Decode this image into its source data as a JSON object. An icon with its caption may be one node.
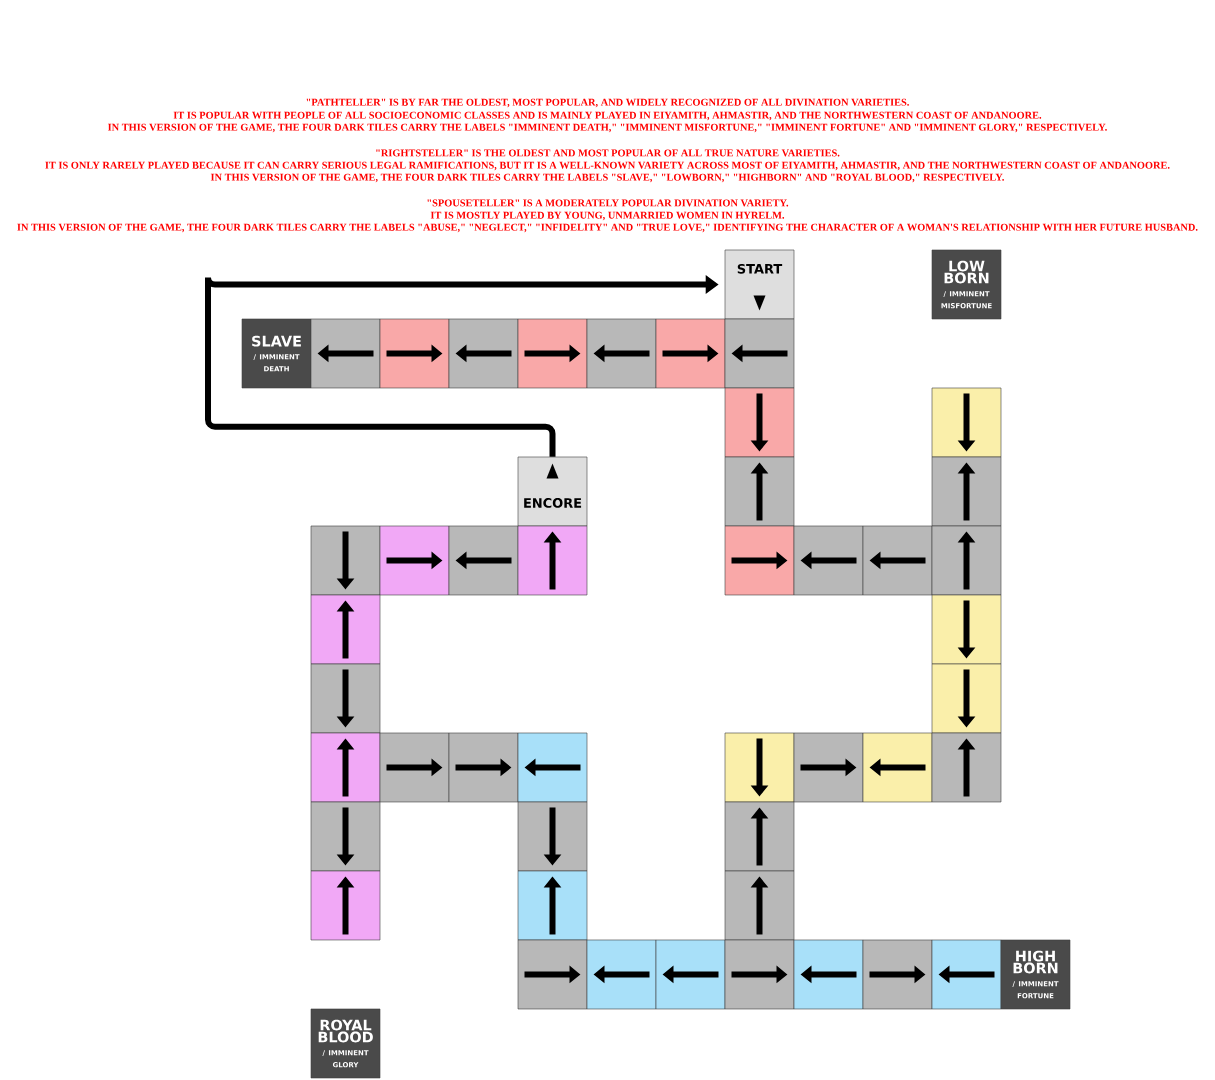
{
  "diagram": {
    "nodes": [
      {
        "text": [
          "START"
        ]
      },
      {
        "text": [
          "LOW BORN",
          "/ IMMINENT MISFORTUNE"
        ]
      },
      {
        "text": [
          "SLAVE",
          "/ IMMINENT DEATH"
        ]
      },
      {
        "text": [],
        "shape": "box"
      },
      {
        "text": [],
        "shape": "box"
      },
      {
        "text": [],
        "shape": "box"
      },
      {
        "text": [],
        "shape": "box"
      },
      {
        "text": [],
        "shape": "box"
      },
      {
        "text": [],
        "shape": "box"
      },
      {
        "text": [],
        "shape": "box"
      },
      {
        "text": [],
        "shape": "box"
      },
      {
        "text": [],
        "shape": "box"
      },
      {
        "text": [
          "ENCORE"
        ]
      },
      {
        "text": [],
        "shape": "box"
      },
      {
        "text": [],
        "shape": "box"
      },
      {
        "text": [],
        "shape": "box"
      },
      {
        "text": [],
        "shape": "box"
      },
      {
        "text": [],
        "shape": "box"
      },
      {
        "text": [],
        "shape": "box"
      },
      {
        "text": [],
        "shape": "box"
      },
      {
        "text": [],
        "shape": "box"
      },
      {
        "text": [],
        "shape": "box"
      },
      {
        "text": [],
        "shape": "box"
      },
      {
        "text": [],
        "shape": "box"
      },
      {
        "text": [],
        "shape": "box"
      },
      {
        "text": [],
        "shape": "box"
      },
      {
        "text": [],
        "shape": "box"
      },
      {
        "text": [],
        "shape": "box"
      },
      {
        "text": [],
        "shape": "box"
      },
      {
        "text": [],
        "shape": "box"
      },
      {
        "text": [],
        "shape": "box"
      },
      {
        "text": [],
        "shape": "box"
      },
      {
        "text": [],
        "shape": "box"
      },
      {
        "text": [],
        "shape": "box"
      },
      {
        "text": [],
        "shape": "box"
      },
      {
        "text": [],
        "shape": "box"
      },
      {
        "text": [],
        "shape": "box"
      },
      {
        "text": [],
        "shape": "box"
      },
      {
        "text": [],
        "shape": "box"
      },
      {
        "text": [],
        "shape": "box"
      },
      {
        "text": [],
        "shape": "box"
      },
      {
        "text": [],
        "shape": "box"
      },
      {
        "text": [],
        "shape": "box"
      },
      {
        "text": [],
        "shape": "box"
      },
      {
        "text": [],
        "shape": "box"
      },
      {
        "text": [],
        "shape": "box"
      },
      {
        "text": [],
        "shape": "box"
      },
      {
        "text": [],
        "shape": "box"
      },
      {
        "text": [
          "HIGH BORN",
          "/ IMMINENT FORTUNE"
        ]
      },
      {
        "text": [
          "ROYAL BLOOD",
          "/ IMMINENT GLORY"
        ]
      }
    ],
    "edges": [
      {
        "from": 12,
        "to": 0,
        "arrow": "to"
      }
    ],
    "labels": [
      "\"PATHTELLER\" IS BY FAR THE OLDEST, MOST POPULAR, AND WIDELY RECOGNIZED OF ALL DIVINATION VARIETIES.",
      "IT IS POPULAR WITH PEOPLE OF ALL SOCIOECONOMIC CLASSES AND IS MAINLY PLAYED IN EIYAMITH, AHMASTIR, AND THE NORTHWESTERN COAST OF ANDANOORE.",
      "IN THIS VERSION OF THE GAME, THE FOUR DARK TILES CARRY THE LABELS \"IMMINENT DEATH,\" \"IMMINENT MISFORTUNE,\" \"IMMINENT FORTUNE\" AND \"IMMINENT GLORY,\" RESPECTIVELY.",
      "\"RIGHTSTELLER\" IS THE OLDEST AND MOST POPULAR OF ALL TRUE NATURE VARIETIES.",
      "IT IS ONLY RARELY PLAYED BECAUSE IT CAN CARRY SERIOUS LEGAL RAMIFICATIONS, BUT IT IS A WELL-KNOWN VARIETY ACROSS MOST OF EIYAMITH, AHMASTIR, AND THE NORTHWESTERN COAST OF ANDANOORE.",
      "IN THIS VERSION OF THE GAME, THE FOUR DARK TILES CARRY THE LABELS \"SLAVE,\" \"LOWBORN,\" \"HIGHBORN\" AND \"ROYAL BLOOD,\" RESPECTIVELY.",
      "\"SPOUSETELLER\" IS A MODERATELY POPULAR DIVINATION VARIETY.",
      "IT IS MOSTLY PLAYED BY YOUNG, UNMARRIED WOMEN IN HYRELM.",
      "IN THIS VERSION OF THE GAME, THE FOUR DARK TILES CARRY THE LABELS \"ABUSE,\" \"NEGLECT,\" \"INFIDELITY\" AND \"TRUE LOVE,\" IDENTIFYING THE CHARACTER OF A WOMAN'S RELATIONSHIP WITH HER FUTURE HUSBAND."
    ]
  }
}
